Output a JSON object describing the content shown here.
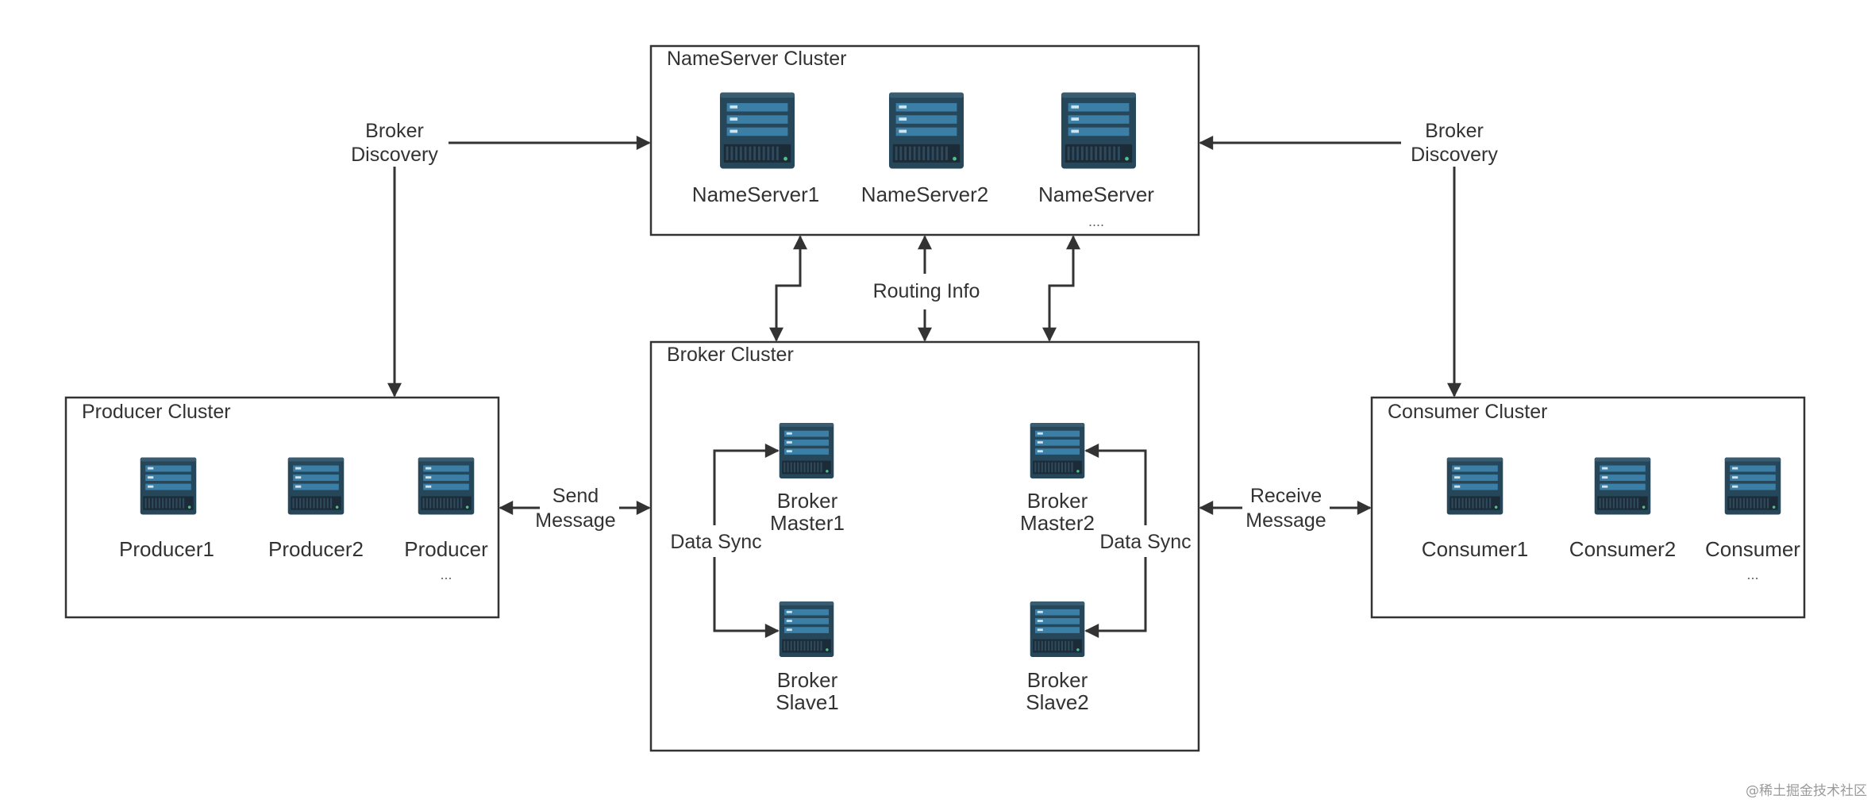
{
  "colors": {
    "line": "#333333",
    "server_body": "#26465a",
    "server_panel": "#3b7fa6",
    "server_dark": "#1b2c38",
    "status_dot": "#4fc08d"
  },
  "nameserver_cluster": {
    "title": "NameServer Cluster",
    "servers": [
      {
        "label": "NameServer1",
        "extra": "",
        "icon": "server-icon"
      },
      {
        "label": "NameServer2",
        "extra": "",
        "icon": "server-icon"
      },
      {
        "label": "NameServer",
        "extra": "....",
        "icon": "server-icon"
      }
    ]
  },
  "producer_cluster": {
    "title": "Producer Cluster",
    "servers": [
      {
        "label": "Producer1",
        "extra": "",
        "icon": "server-icon"
      },
      {
        "label": "Producer2",
        "extra": "",
        "icon": "server-icon"
      },
      {
        "label": "Producer",
        "extra": "...",
        "icon": "server-icon"
      }
    ]
  },
  "broker_cluster": {
    "title": "Broker Cluster",
    "master1": {
      "line1": "Broker",
      "line2": "Master1",
      "icon": "server-icon"
    },
    "slave1": {
      "line1": "Broker",
      "line2": "Slave1",
      "icon": "server-icon"
    },
    "master2": {
      "line1": "Broker",
      "line2": "Master2",
      "icon": "server-icon"
    },
    "slave2": {
      "line1": "Broker",
      "line2": "Slave2",
      "icon": "server-icon"
    }
  },
  "consumer_cluster": {
    "title": "Consumer Cluster",
    "servers": [
      {
        "label": "Consumer1",
        "extra": "",
        "icon": "server-icon"
      },
      {
        "label": "Consumer2",
        "extra": "",
        "icon": "server-icon"
      },
      {
        "label": "Consumer",
        "extra": "...",
        "icon": "server-icon"
      }
    ]
  },
  "edges": {
    "broker_discovery_left": {
      "line1": "Broker",
      "line2": "Discovery"
    },
    "broker_discovery_right": {
      "line1": "Broker",
      "line2": "Discovery"
    },
    "routing_info": "Routing Info",
    "send_message": {
      "line1": "Send",
      "line2": "Message"
    },
    "receive_message": {
      "line1": "Receive",
      "line2": "Message"
    },
    "data_sync_left": "Data Sync",
    "data_sync_right": "Data Sync"
  },
  "watermark": "@稀土掘金技术社区"
}
